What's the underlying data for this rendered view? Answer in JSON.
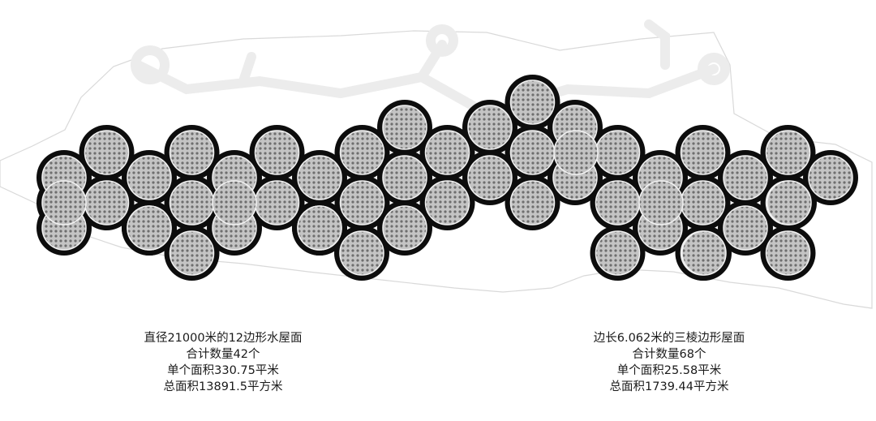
{
  "colors": {
    "background": "#ffffff",
    "roof_fill": "#b5b5b5",
    "roof_dot": "#6e6e6e",
    "gap_fill": "#0d0d0d",
    "site_outline": "#d9d9d9",
    "text": "#1a1a1a"
  },
  "captions": {
    "left": {
      "line1": "直径21000米的12边形水屋面",
      "line2": "合计数量42个",
      "line3": "单个面积330.75平米",
      "line4": "总面积13891.5平方米"
    },
    "right": {
      "line1": "边长6.062米的三棱边形屋面",
      "line2": "合计数量68个",
      "line3": "单个面积25.58平米",
      "line4": "总面积1739.44平方米"
    }
  }
}
